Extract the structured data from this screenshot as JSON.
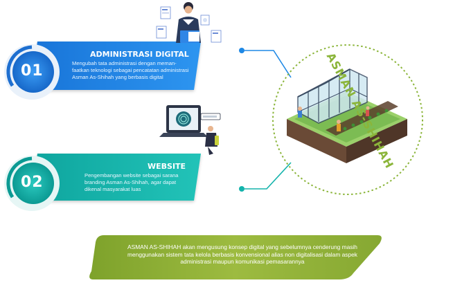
{
  "items": [
    {
      "number": "01",
      "title": "ADMINISTRASI DIGITAL",
      "description": "Mengubah tata administrasi dengan meman-faatkan teknologi sebagai pencatatan administrasi Asman As-Shihah yang berbasis digital",
      "color": "#1e7fe0"
    },
    {
      "number": "02",
      "title": "WEBSITE",
      "description": "Pengembangan website sebagai sarana branding Asman As-Shihah, agar dapat dikenal masyarakat luas",
      "color": "#13b3ab"
    }
  ],
  "hub": {
    "label": "ASMAN AS-SHIHAH",
    "accent": "#8bb53a"
  },
  "summary": {
    "text": "ASMAN AS-SHIHAH akan mengusung konsep digital yang sebelumnya cenderung masih menggunakan sistem tata kelola berbasis konvensional alias non digitalisasi dalam aspek administrasi maupun komunikasi pemasarannya",
    "color": "#9ab83e"
  },
  "icons": {
    "item1": "person-with-documents-icon",
    "item2": "laptop-fingerprint-icon",
    "hub": "greenhouse-illustration"
  }
}
